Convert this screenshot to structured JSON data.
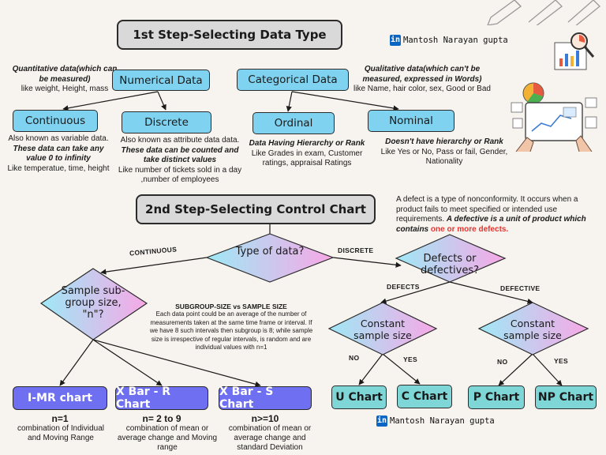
{
  "step1": {
    "title": "1st Step-Selecting Data Type"
  },
  "author": {
    "li": "in",
    "name": "Mantosh Narayan gupta"
  },
  "quant": {
    "heading": "Quantitative data(which can be measured)",
    "examples": "like weight, Height, mass",
    "label": "Numerical Data"
  },
  "qual": {
    "heading": "Qualitative data(which can't be measured, expressed in Words)",
    "examples": "like Name, hair color, sex, Good or Bad",
    "label": "Categorical Data"
  },
  "continuous": {
    "label": "Continuous",
    "line1": "Also known as variable data.",
    "emph": "These data can take any value 0 to infinity",
    "examples": "Like temperatue, time, height"
  },
  "discrete": {
    "label": "Discrete",
    "line1": "Also known as attribute data data.",
    "emph": "These data can be counted and take distinct values",
    "examples": "Like number of tickets sold in a day ,number of employees"
  },
  "ordinal": {
    "label": "Ordinal",
    "emph": "Data Having Hierarchy or Rank",
    "examples": "Like Grades in exam, Customer ratings, appraisal Ratings"
  },
  "nominal": {
    "label": "Nominal",
    "emph": "Doesn't have hierarchy or Rank",
    "examples": "Like Yes or No, Pass or fail, Gender, Nationality"
  },
  "step2": {
    "title": "2nd Step-Selecting Control Chart"
  },
  "defect_note": {
    "text": "A defect is a type of nonconformity. It occurs when a product fails to meet specified or intended use requirements.",
    "emph": "A defective is a unit of product which contains",
    "red": "one or more defects."
  },
  "decisions": {
    "type_of_data": "Type of data?",
    "subgroup": "Sample sub-group size, \"n\"?",
    "defects_or": "Defects or defectives?",
    "constant_left": "Constant sample size",
    "constant_right": "Constant sample size"
  },
  "edges": {
    "continuous": "CONTINUOUS",
    "discrete": "DISCRETE",
    "defects": "DEFECTS",
    "defective": "DEFECTIVE",
    "no_left": "NO",
    "yes_left": "YES",
    "no_right": "NO",
    "yes_right": "YES"
  },
  "subgroup_note": {
    "title": "SUBGROUP-SIZE vs SAMPLE SIZE",
    "text": "Each data point could be an average of the number of measurements taken at the same time frame or interval. If we have 8 such intervals then subgroup is 8; while sample size is irrespective of regular intervals, is random and are individual values with n=1"
  },
  "charts": {
    "imr": {
      "label": "I-MR chart",
      "n": "n=1",
      "desc": "combination of Individual and Moving Range"
    },
    "xr": {
      "label": "X Bar - R Chart",
      "n": "n= 2 to 9",
      "desc": "combination of mean or average change and Moving range"
    },
    "xs": {
      "label": "X Bar - S Chart",
      "n": "n>=10",
      "desc": "combination of mean or average change and standard Deviation"
    },
    "u": {
      "label": "U Chart"
    },
    "c": {
      "label": "C Chart"
    },
    "p": {
      "label": "P Chart"
    },
    "np": {
      "label": "NP Chart"
    }
  },
  "colors": {
    "diamond_gradient_start": "#9fe8f5",
    "diamond_gradient_end": "#f7a8e6",
    "purple": "#6f6ff2",
    "teal": "#7fd6d6",
    "blue": "#7fd3f0",
    "red": "#e8322e"
  },
  "icons": [
    "pencil-icon",
    "analytics-magnifier-icon",
    "tablet-charts-icon",
    "linkedin-icon"
  ]
}
